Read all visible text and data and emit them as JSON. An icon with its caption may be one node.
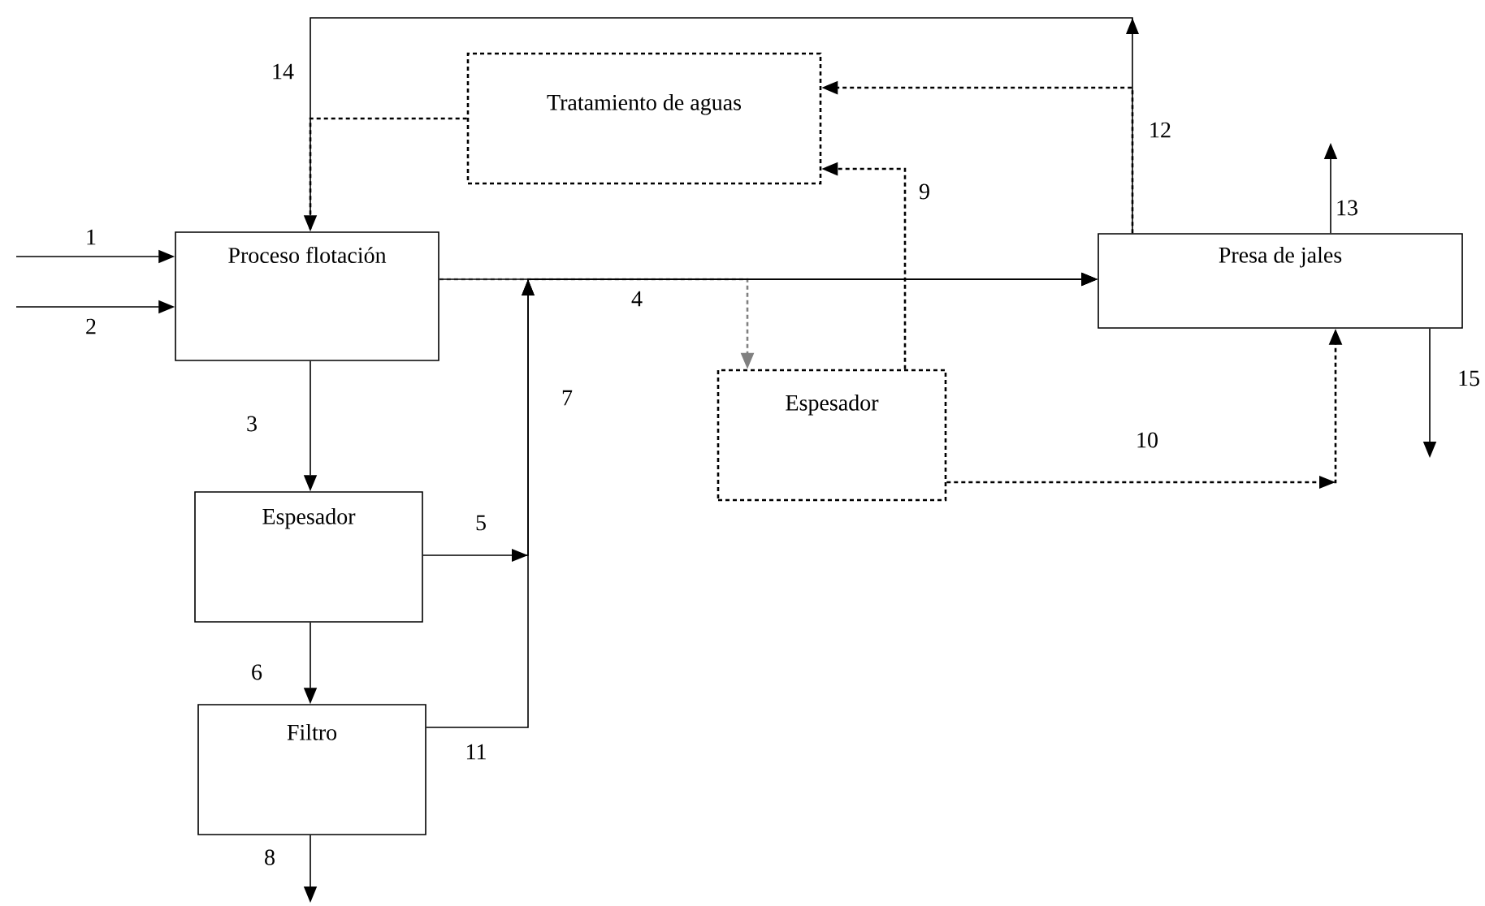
{
  "diagram": {
    "nodes": [
      {
        "text": [
          "Tratamiento de aguas"
        ]
      },
      {
        "text": [
          "Proceso flotación"
        ]
      },
      {
        "text": [
          "Presa de jales"
        ]
      },
      {
        "text": [
          "Espesador"
        ]
      },
      {
        "text": [
          "Espesador"
        ]
      },
      {
        "text": [
          "Filtro"
        ]
      }
    ],
    "edges": [
      {
        "from": null,
        "to": 1,
        "arrow": "to",
        "label": "1"
      },
      {
        "from": null,
        "to": 1,
        "arrow": "to",
        "label": "2"
      },
      {
        "from": 1,
        "to": 4,
        "arrow": "to",
        "label": "3"
      },
      {
        "from": 1,
        "to": 2,
        "arrow": "to",
        "label": "4"
      },
      {
        "from": 1,
        "to": 3,
        "arrow": "to",
        "style": "dashed",
        "color": "#808080"
      },
      {
        "from": 4,
        "to": 2,
        "arrow": "to",
        "label": "5"
      },
      {
        "from": 5,
        "to": 2,
        "arrow": "to",
        "label": "11"
      },
      {
        "from": 3,
        "to": 0,
        "arrow": "to",
        "label": "9",
        "style": "dashed"
      },
      {
        "from": 3,
        "to": 2,
        "arrow": "to",
        "label": "10",
        "style": "dashed"
      },
      {
        "from": 2,
        "to": 1,
        "arrow": "to",
        "label": "14"
      },
      {
        "from": 2,
        "to": 0,
        "arrow": "to",
        "style": "dashed"
      },
      {
        "from": 0,
        "to": 1,
        "arrow": "none",
        "style": "dashed"
      },
      {
        "from": 2,
        "to": null,
        "arrow": "to",
        "label": "13"
      },
      {
        "from": 2,
        "to": null,
        "arrow": "to",
        "label": "15"
      },
      {
        "from": 5,
        "to": null,
        "arrow": "to",
        "label": "8"
      },
      {
        "from": 4,
        "to": 5,
        "arrow": "to",
        "label": "6"
      }
    ],
    "labels": [
      "12",
      "7"
    ]
  }
}
